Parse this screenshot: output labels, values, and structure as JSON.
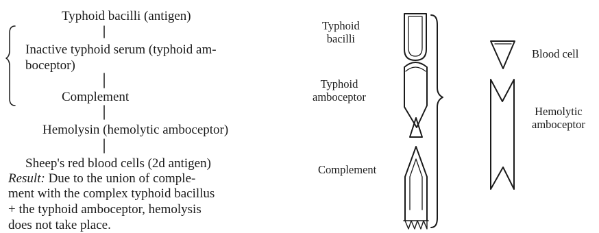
{
  "chain": {
    "antigen": "Typhoid bacilli (antigen)",
    "serum_line1": "Inactive typhoid serum (typhoid am-",
    "serum_line2": "boceptor)",
    "complement": "Complement",
    "hemolysin": "Hemolysin (hemolytic amboceptor)",
    "sheep_cells": "Sheep's red blood cells (2d antigen)"
  },
  "result": {
    "label": "Result:",
    "line1_rest": " Due to the union of comple-",
    "line2": "ment with the complex typhoid bacillus",
    "line3": "+ the typhoid amboceptor, hemolysis",
    "line4": "does not take place."
  },
  "diagram_labels": {
    "typhoid_bacilli_1": "Typhoid",
    "typhoid_bacilli_2": "bacilli",
    "typhoid_amboceptor_1": "Typhoid",
    "typhoid_amboceptor_2": "amboceptor",
    "complement": "Complement",
    "blood_cell": "Blood cell",
    "hemolytic_amboceptor_1": "Hemolytic",
    "hemolytic_amboceptor_2": "amboceptor"
  }
}
